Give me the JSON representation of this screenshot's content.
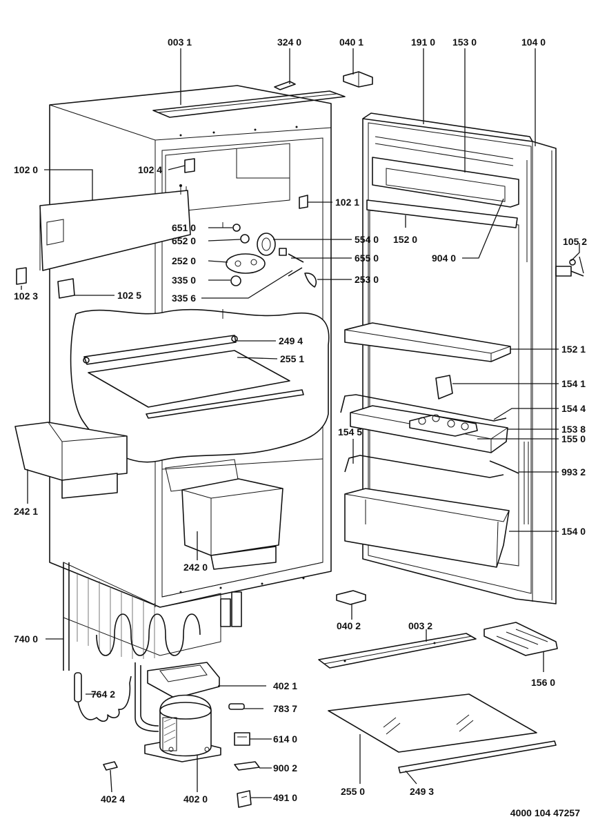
{
  "document_id": "4000 104 47257",
  "parts": {
    "p0031": "003 1",
    "p3240": "324 0",
    "p0401": "040 1",
    "p1910": "191 0",
    "p1530": "153 0",
    "p1040": "104 0",
    "p1020": "102 0",
    "p1024": "102 4",
    "p1021": "102 1",
    "p6510": "651 0",
    "p6520": "652 0",
    "p5540": "554 0",
    "p1520": "152 0",
    "p2520": "252 0",
    "p6550": "655 0",
    "p9040": "904 0",
    "p1052": "105 2",
    "p3350": "335 0",
    "p2530": "253 0",
    "p1023": "102 3",
    "p1025": "102 5",
    "p3356": "335 6",
    "p2494": "249 4",
    "p1521": "152 1",
    "p2551": "255 1",
    "p1541": "154 1",
    "p1544": "154 4",
    "p1538": "153 8",
    "p1545": "154 5",
    "p1550": "155 0",
    "p2421": "242 1",
    "p9932": "993 2",
    "p1540": "154 0",
    "p2420": "242 0",
    "p0402": "040 2",
    "p0032": "003 2",
    "p7400": "740 0",
    "p1560": "156 0",
    "p7642": "764 2",
    "p4021": "402 1",
    "p7837": "783 7",
    "p6140": "614 0",
    "p9002": "900 2",
    "p2550": "255 0",
    "p2493": "249 3",
    "p4024": "402 4",
    "p4020": "402 0",
    "p4910": "491 0"
  }
}
